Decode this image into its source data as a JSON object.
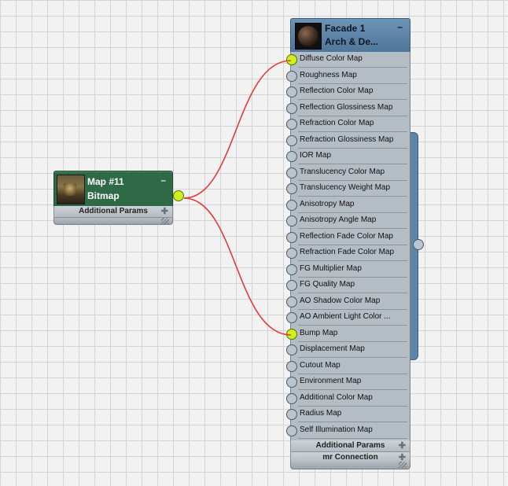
{
  "source_node": {
    "title": "Map #11",
    "subtitle": "Bitmap",
    "minimize": "–",
    "tab_label": "Additional Params",
    "tab_icon": "➕"
  },
  "target_node": {
    "title": "Facade 1",
    "subtitle": "Arch & De...",
    "minimize": "–",
    "slots": [
      {
        "label": "Diffuse Color Map",
        "connected": true
      },
      {
        "label": "Roughness Map",
        "connected": false
      },
      {
        "label": "Reflection Color Map",
        "connected": false
      },
      {
        "label": "Reflection Glossiness Map",
        "connected": false
      },
      {
        "label": "Refraction Color Map",
        "connected": false
      },
      {
        "label": "Refraction Glossiness Map",
        "connected": false
      },
      {
        "label": "IOR Map",
        "connected": false
      },
      {
        "label": "Translucency Color Map",
        "connected": false
      },
      {
        "label": "Translucency Weight Map",
        "connected": false
      },
      {
        "label": "Anisotropy Map",
        "connected": false
      },
      {
        "label": "Anisotropy Angle Map",
        "connected": false
      },
      {
        "label": "Reflection Fade Color Map",
        "connected": false
      },
      {
        "label": "Refraction Fade Color Map",
        "connected": false
      },
      {
        "label": "FG Multiplier Map",
        "connected": false
      },
      {
        "label": "FG Quality Map",
        "connected": false
      },
      {
        "label": "AO Shadow Color Map",
        "connected": false
      },
      {
        "label": "AO  Ambient  Light Color ...",
        "connected": false
      },
      {
        "label": "Bump Map",
        "connected": true
      },
      {
        "label": "Displacement Map",
        "connected": false
      },
      {
        "label": "Cutout Map",
        "connected": false
      },
      {
        "label": "Environment Map",
        "connected": false
      },
      {
        "label": "Additional Color Map",
        "connected": false
      },
      {
        "label": "Radius Map",
        "connected": false
      },
      {
        "label": "Self Illumination Map",
        "connected": false
      }
    ],
    "tabs": [
      {
        "label": "Additional Params"
      },
      {
        "label": "mr Connection"
      }
    ]
  },
  "colors": {
    "wire": "#e23b3b",
    "port_connected": "#ccf21a",
    "source_header": "#2f6a46",
    "target_header": "#5f85a7"
  }
}
